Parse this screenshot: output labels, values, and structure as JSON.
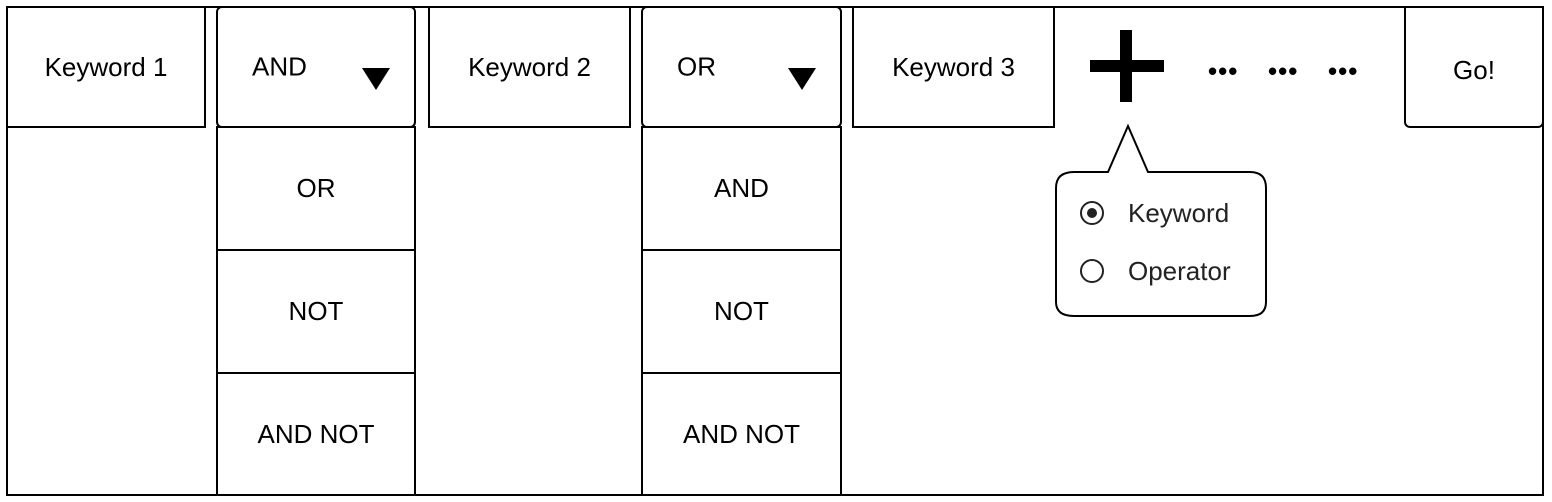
{
  "keywords": {
    "k1": "Keyword 1",
    "k2": "Keyword 2",
    "k3": "Keyword 3"
  },
  "operator_dropdowns": [
    {
      "selected": "AND",
      "options": [
        "OR",
        "NOT",
        "AND NOT"
      ]
    },
    {
      "selected": "OR",
      "options": [
        "AND",
        "NOT",
        "AND NOT"
      ]
    }
  ],
  "add_button": {
    "icon": "plus-icon"
  },
  "ellipsis": [
    "•••",
    "•••",
    "•••"
  ],
  "go_button": {
    "label": "Go!"
  },
  "add_popover": {
    "options": [
      {
        "label": "Keyword",
        "checked": true
      },
      {
        "label": "Operator",
        "checked": false
      }
    ]
  },
  "colors": {
    "stroke": "#000000",
    "background": "#ffffff",
    "radio": "#222222"
  }
}
